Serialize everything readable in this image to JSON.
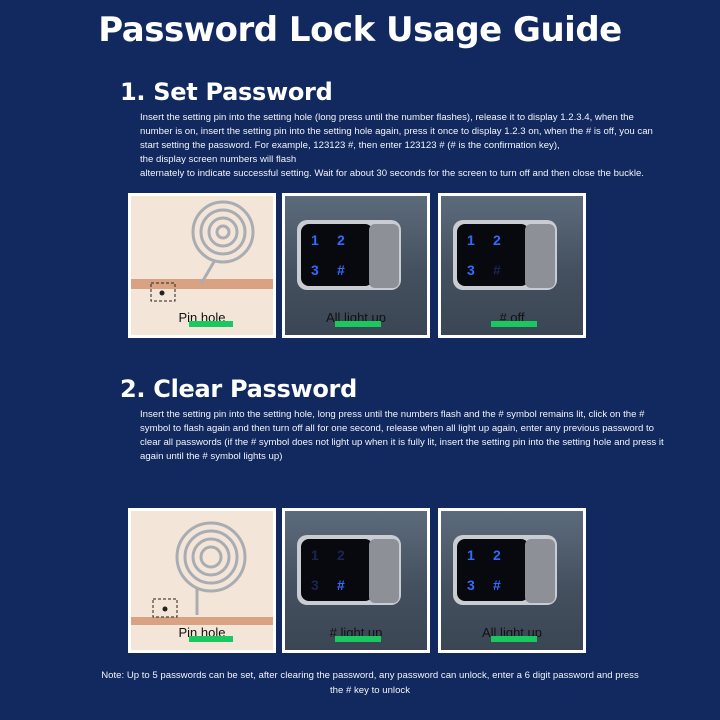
{
  "title": "Password Lock Usage Guide",
  "set_password": {
    "heading": "1. Set Password",
    "lines": [
      "Insert the setting pin into the setting hole (long press until the number flashes), release it to display 1.2.3.4, when the number is on, insert the setting pin into the setting hole again, press it once to display 1.2.3 on, when the # is off, you can start setting the password. For example, 123123 #, then enter 123123 # (# is the confirmation key),",
      "the display screen numbers will flash",
      "alternately to indicate successful setting. Wait for about 30 seconds for the screen to turn off and then close the buckle."
    ],
    "captions": [
      "Pin hole",
      "All light up",
      "# off"
    ],
    "keys": [
      "1",
      "2",
      "3",
      "#"
    ]
  },
  "clear_password": {
    "heading": "2. Clear Password",
    "text": "Insert the setting pin into the setting hole, long press until the numbers flash and the # symbol remains lit, click on the # symbol to flash again and then turn off all for one second, release when all light up again, enter any previous password to clear all passwords (if the # symbol does not light up when it is fully lit, insert the setting pin into the setting hole and press it again until the # symbol lights up)",
    "captions": [
      "Pin hole",
      "# light up",
      "All light up"
    ],
    "keys": [
      "1",
      "2",
      "3",
      "#"
    ]
  },
  "note": "Note: Up to 5 passwords can be set, after clearing the password, any password can unlock, enter a 6 digit password and press the # key to unlock",
  "colors": {
    "background": "#11295e",
    "key_lit": "#2f6bff",
    "key_dim": "#1a2650",
    "caption_bar": "#19c85f",
    "copper_strip": "#d9a383"
  }
}
